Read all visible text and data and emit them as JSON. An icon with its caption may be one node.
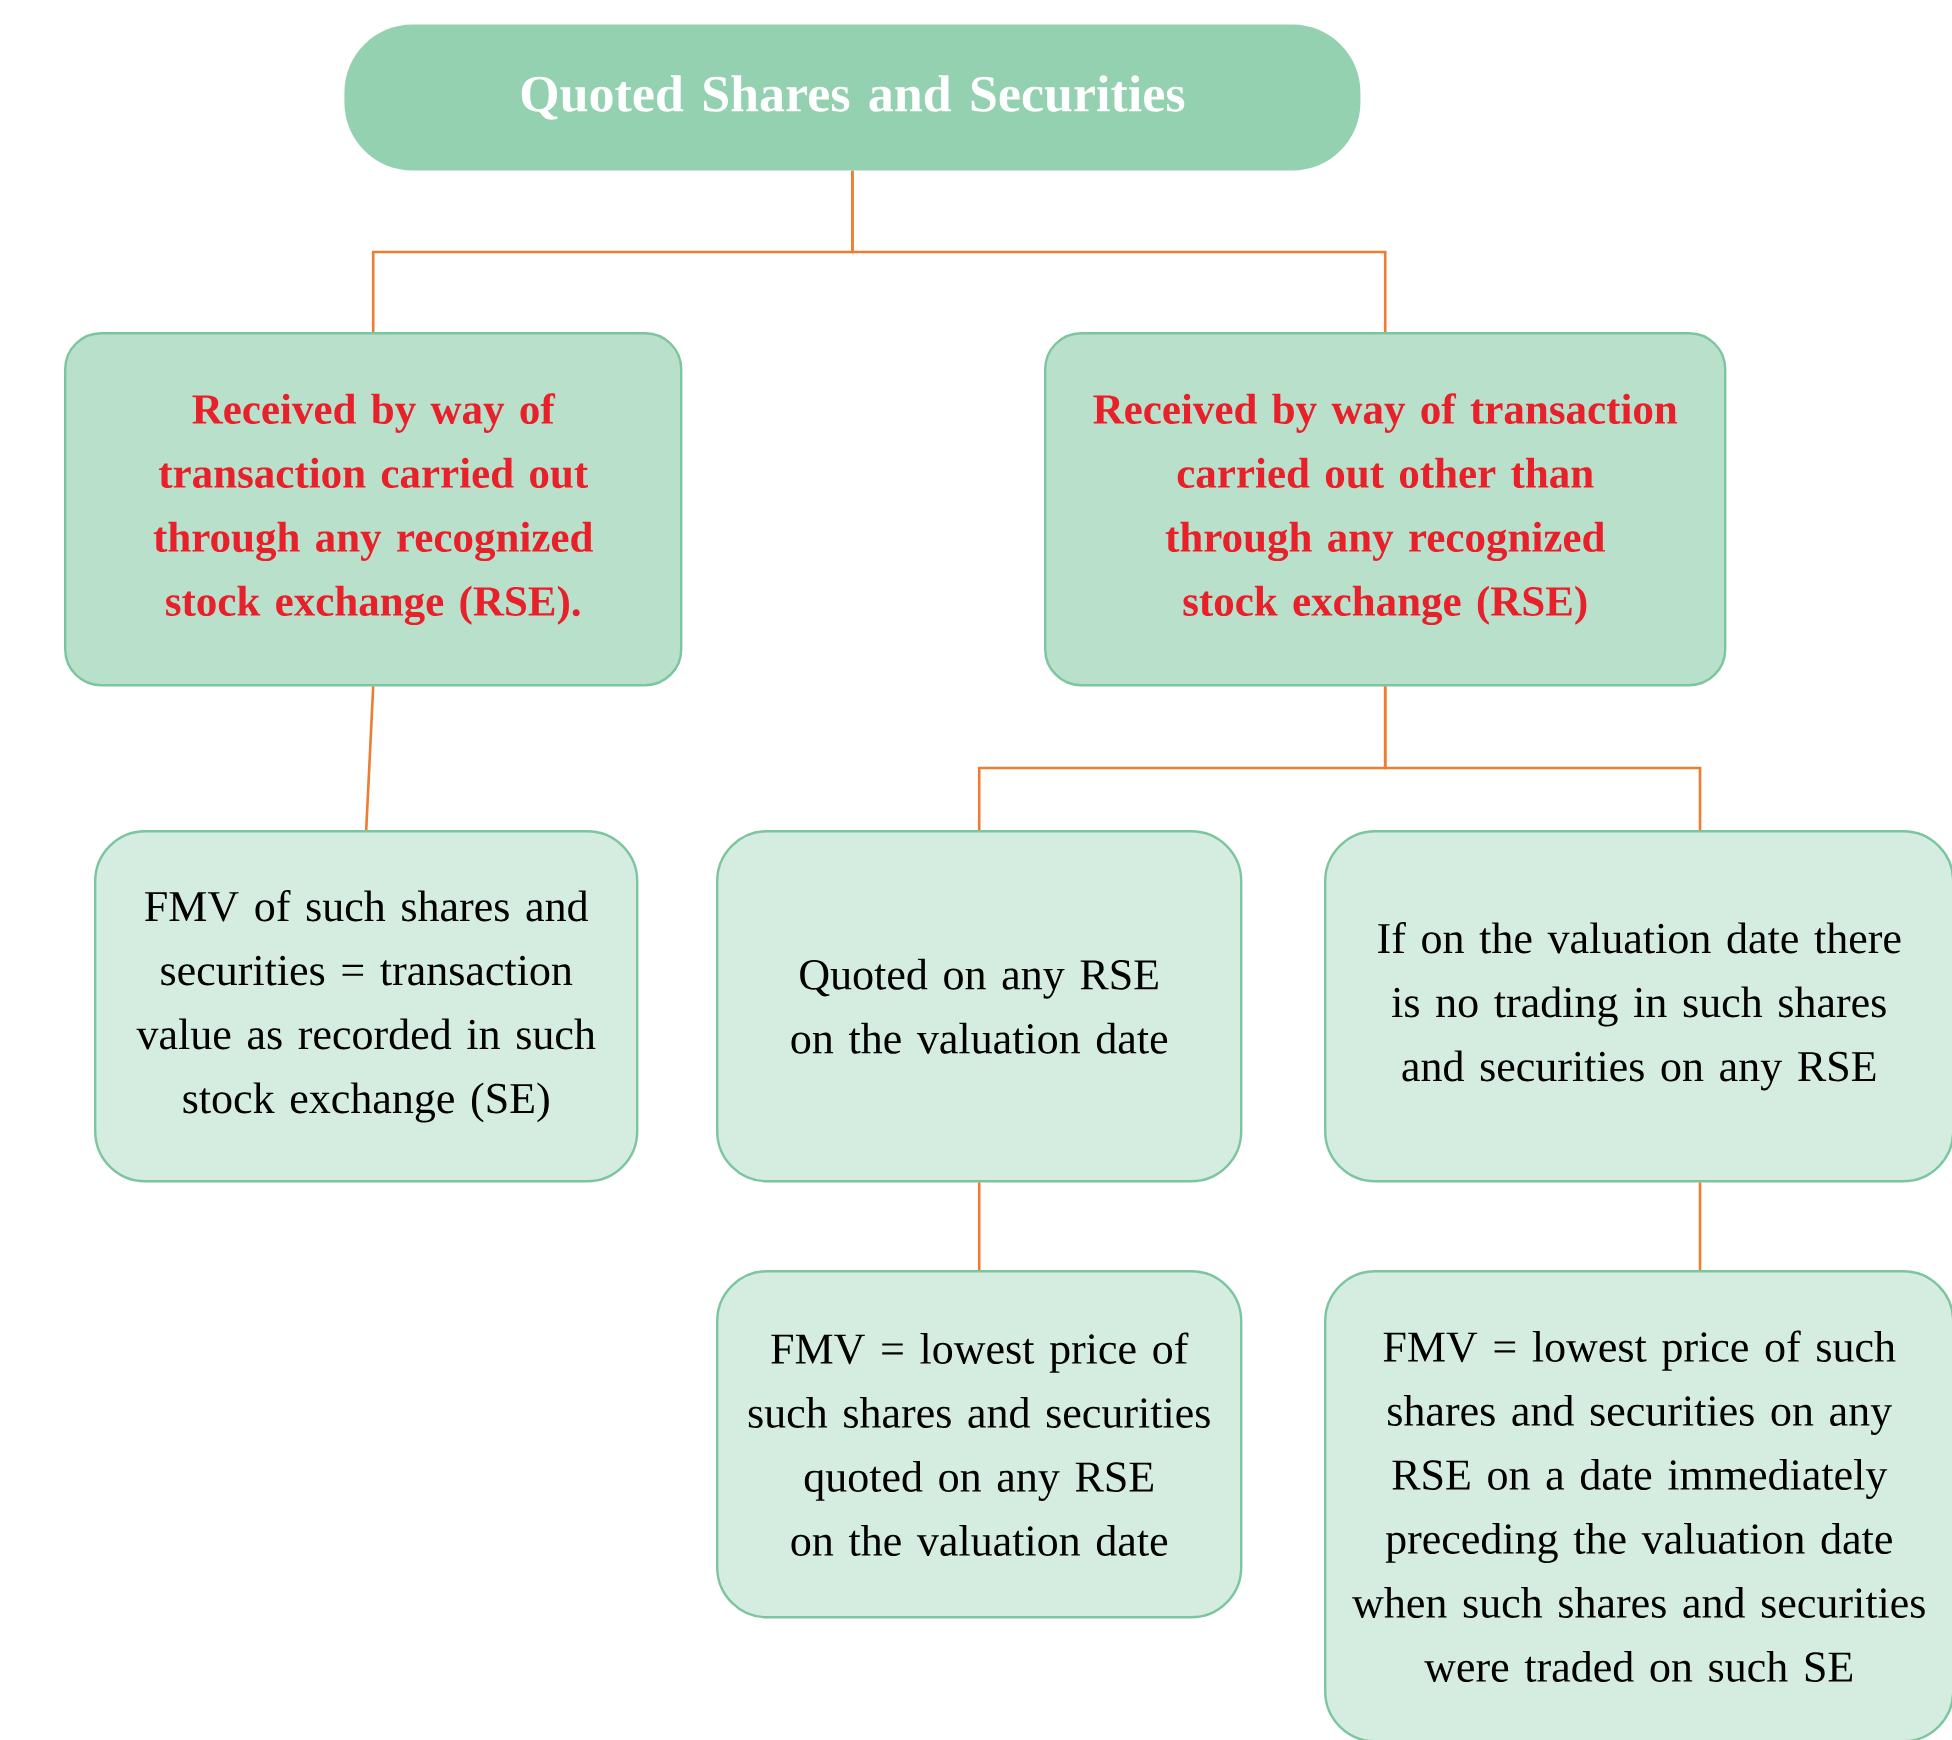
{
  "diagram": {
    "nodes": [
      {
        "text": [
          "Quoted Shares and Securities"
        ]
      },
      {
        "text": [
          "Received by way of transaction carried out through any recognized stock exchange (RSE)."
        ]
      },
      {
        "text": [
          "Received by way of transaction carried out other than through any recognized stock exchange (RSE)"
        ]
      },
      {
        "text": [
          "FMV of such shares and securities = transaction value as recorded in such stock exchange (SE)"
        ]
      },
      {
        "text": [
          "Quoted on any RSE on the valuation date"
        ]
      },
      {
        "text": [
          "If on the valuation date there is no trading in such shares and securities on any RSE"
        ]
      },
      {
        "text": [
          "FMV = lowest price of such shares and securities quoted on any RSE on the valuation date"
        ]
      },
      {
        "text": [
          "FMV = lowest price of such shares and securities on any RSE on a date immediately preceding the valuation date when such shares and securities were traded on such SE"
        ]
      }
    ],
    "edges": [
      {
        "from": 0,
        "to": 1,
        "arrow": "none"
      },
      {
        "from": 0,
        "to": 2,
        "arrow": "none"
      },
      {
        "from": 1,
        "to": 3,
        "arrow": "none"
      },
      {
        "from": 2,
        "to": 4,
        "arrow": "none"
      },
      {
        "from": 2,
        "to": 5,
        "arrow": "none"
      },
      {
        "from": 4,
        "to": 6,
        "arrow": "none"
      },
      {
        "from": 5,
        "to": 7,
        "arrow": "none"
      }
    ]
  }
}
